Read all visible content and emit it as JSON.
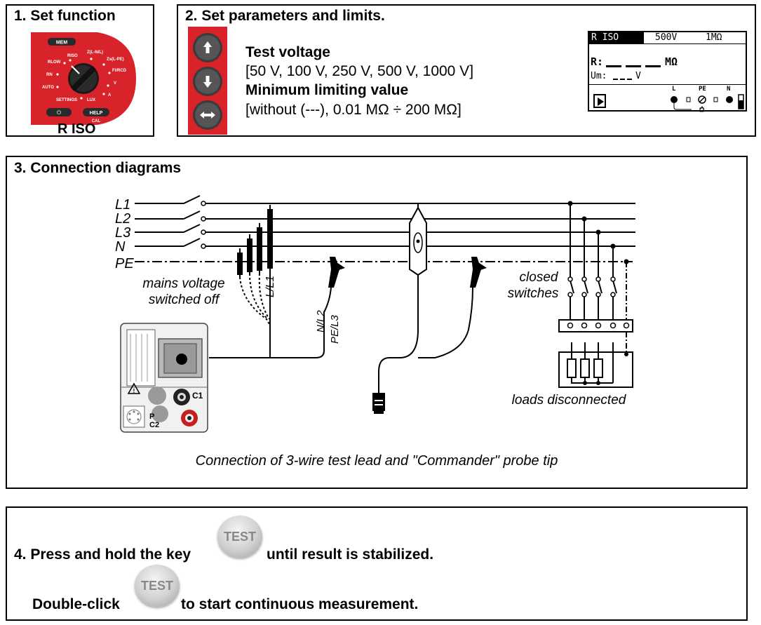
{
  "section1": {
    "title": "1. Set function",
    "caption": "R ISO",
    "dial_labels": {
      "mem": "MEM",
      "rlow": "RLOW",
      "riso": "RISO",
      "zline": "Z(L-N/L)",
      "zs": "Zs(L-PE)",
      "fi": "FI/RCD",
      "rn": "RN",
      "auto": "AUTO",
      "settings": "SETTINGS",
      "lux": "LUX",
      "v": "V",
      "a": "A",
      "help": "HELP",
      "cal": "CAL"
    }
  },
  "section2": {
    "title": "2. Set parameters and limits.",
    "test_voltage_label": "Test voltage",
    "test_voltage_values": "[50 V, 100 V, 250 V, 500 V, 1000 V]",
    "min_limit_label": "Minimum limiting value",
    "min_limit_values": "[without (---), 0.01 MΩ ÷ 200 MΩ]",
    "lcd": {
      "function": "R ISO",
      "voltage": "500V",
      "limit": "1MΩ",
      "r_label": "R:",
      "r_unit": "MΩ",
      "um_label": "Um:",
      "um_unit": "V",
      "term_l": "L",
      "term_pe": "PE",
      "term_n": "N"
    }
  },
  "section3": {
    "title": "3. Connection diagrams",
    "lines": [
      "L1",
      "L2",
      "L3",
      "N",
      "PE"
    ],
    "mains_note_1": "mains voltage",
    "mains_note_2": "switched off",
    "lead_l": "L/L1",
    "lead_n": "N/L2",
    "lead_pe": "PE/L3",
    "closed_1": "closed",
    "closed_2": "switches",
    "loads": "loads disconnected",
    "port_c1": "C1",
    "port_p": "P",
    "port_c2": "C2",
    "caption": "Connection of 3-wire test lead and \"Commander\" probe tip"
  },
  "section4": {
    "line1_prefix": "4. Press and hold the key",
    "line1_suffix": "until result is stabilized.",
    "line2_prefix": "Double-click",
    "line2_suffix": "to start continuous measurement.",
    "key_label": "TEST"
  },
  "colors": {
    "instrument_red": "#d8232a",
    "key_grey": "#c8c8c8"
  }
}
